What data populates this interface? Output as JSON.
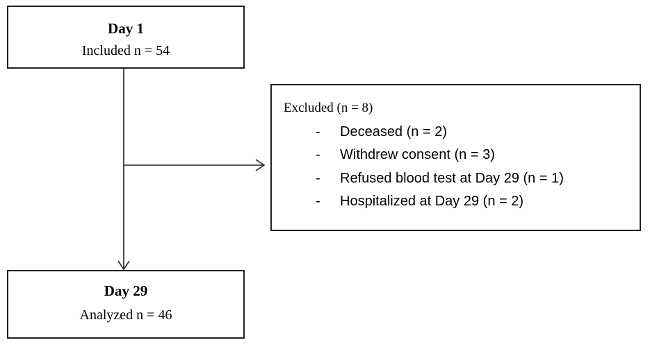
{
  "start_box": {
    "title": "Day 1",
    "text": "Included n = 54"
  },
  "excluded_box": {
    "title": "Excluded (n = 8)",
    "bullet": "-",
    "reasons": [
      "Deceased (n = 2)",
      "Withdrew consent (n = 3)",
      "Refused blood test at Day 29 (n = 1)",
      "Hospitalized at Day 29 (n = 2)"
    ]
  },
  "end_box": {
    "title": "Day 29",
    "text": "Analyzed n = 46"
  },
  "colors": {
    "line": "#222222",
    "background": "#ffffff"
  }
}
